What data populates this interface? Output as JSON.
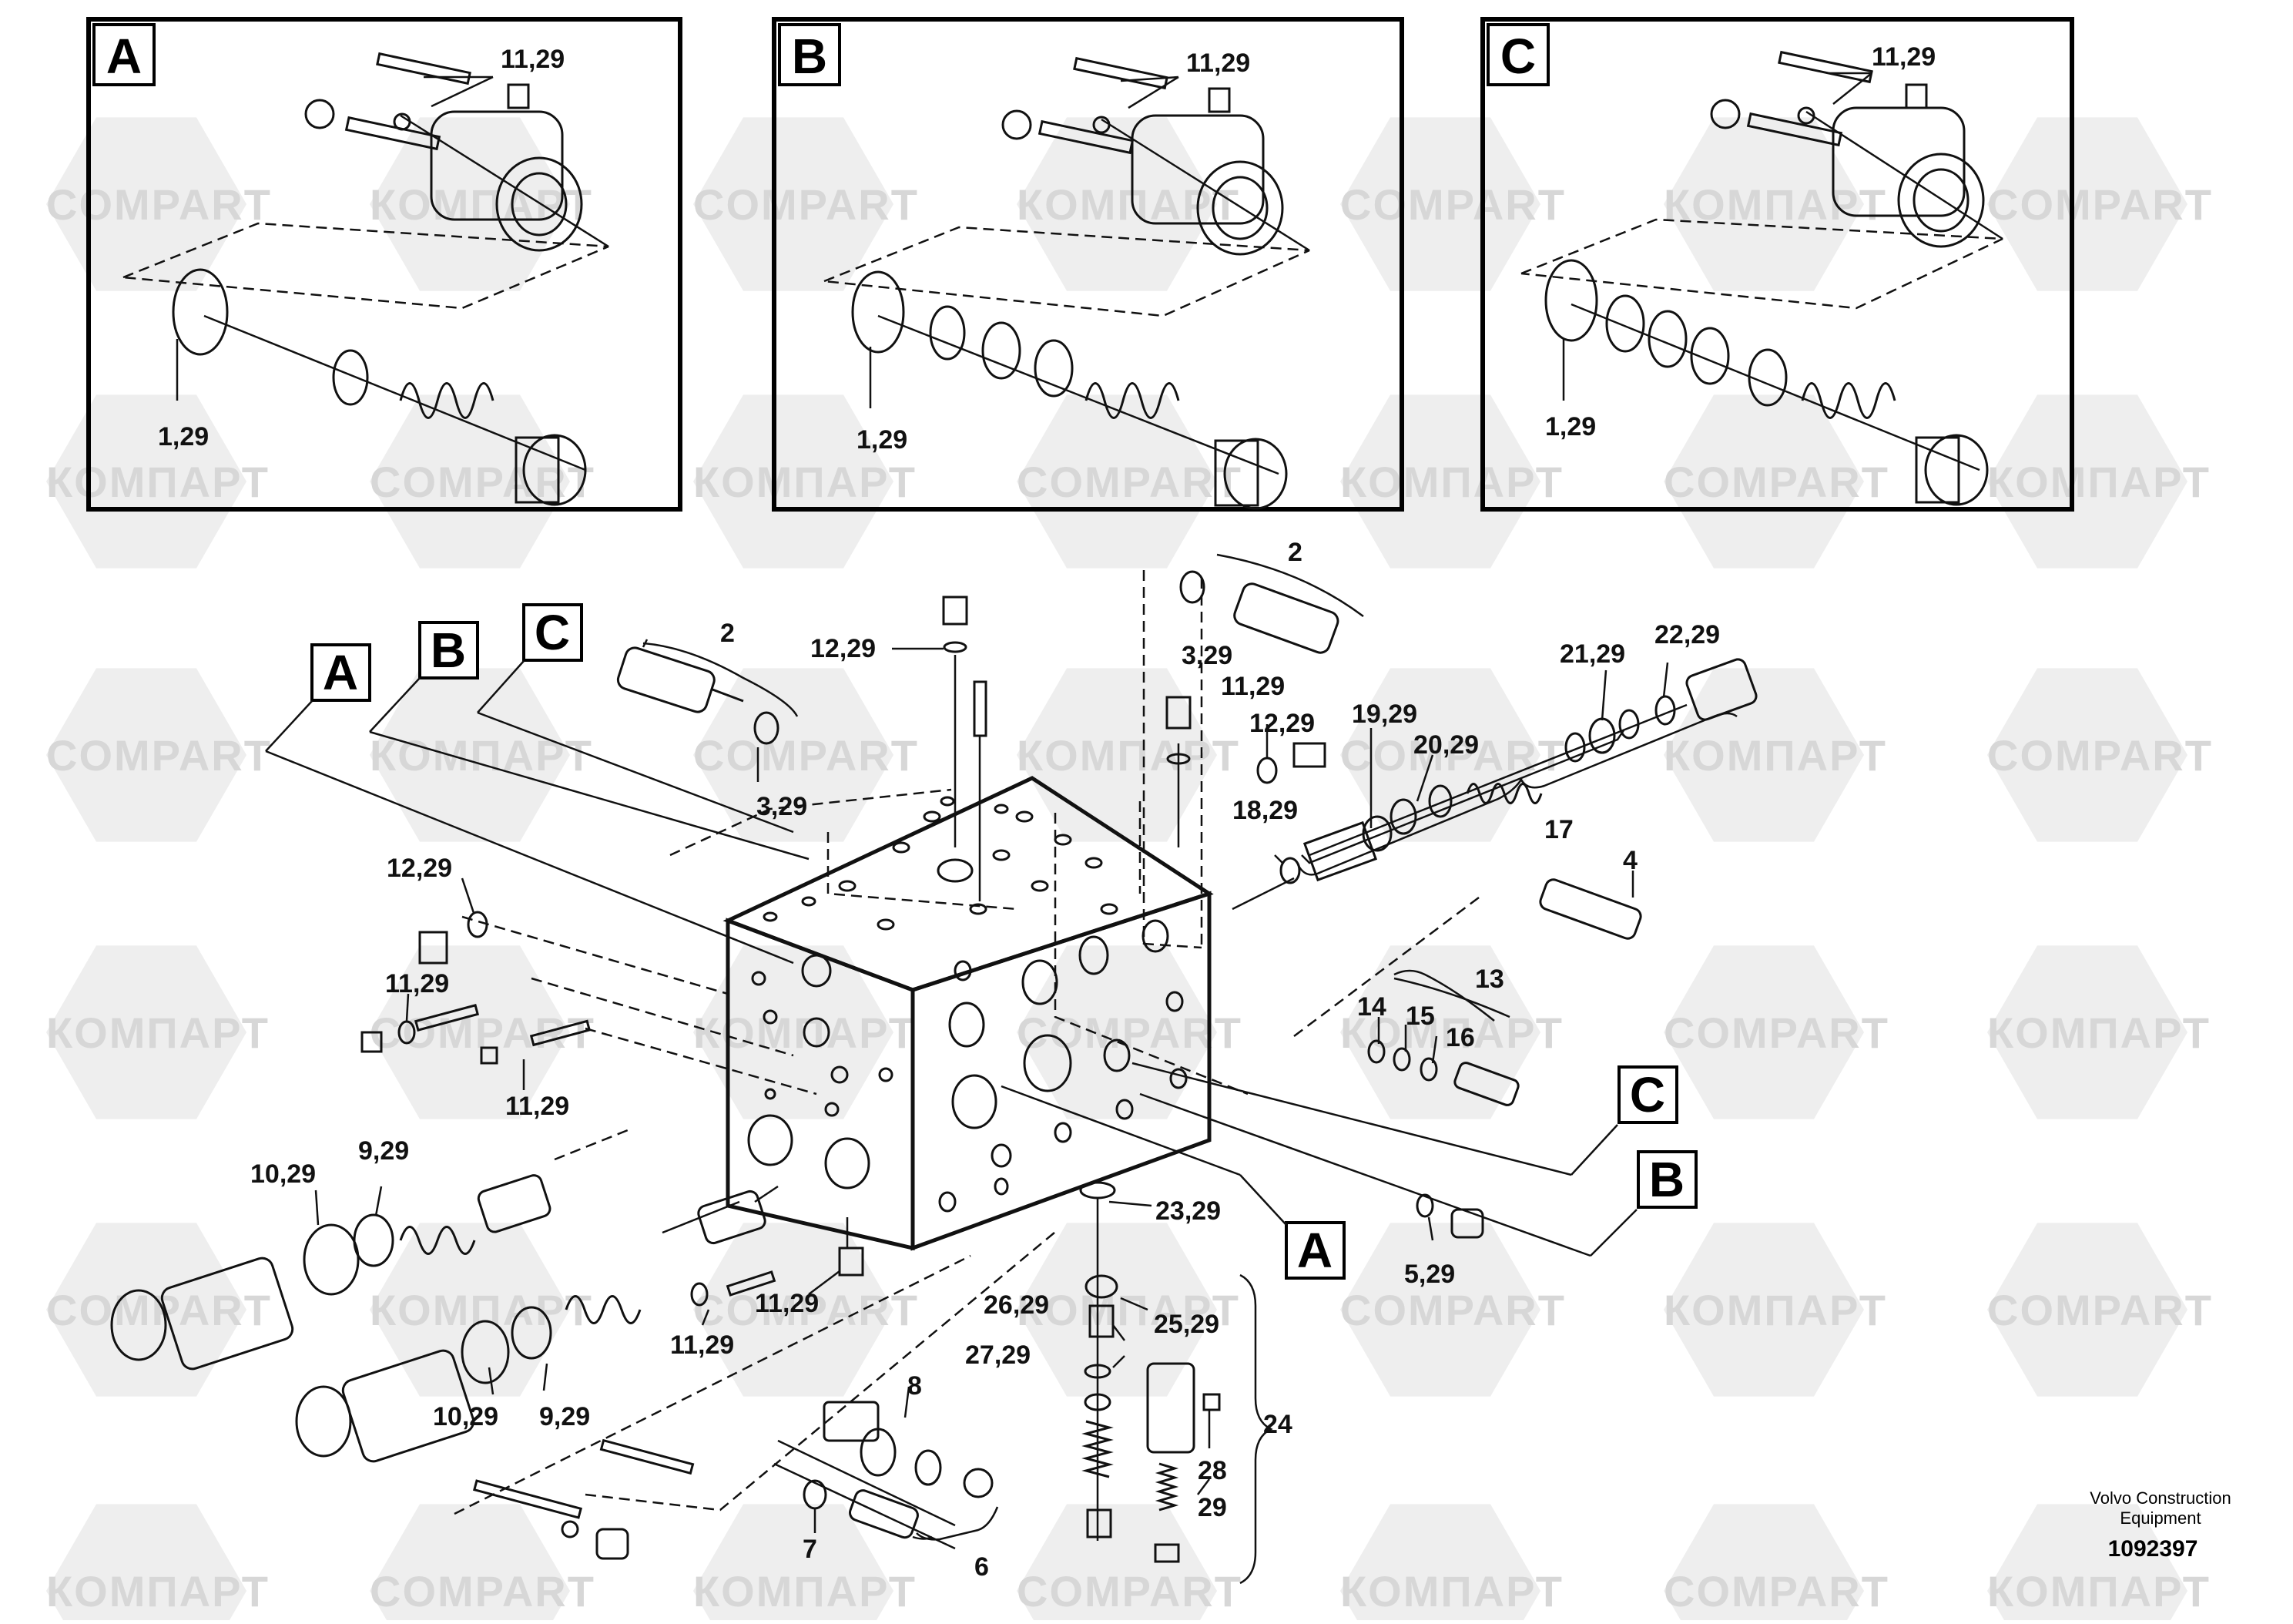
{
  "watermark": {
    "text_latin": "COMPART",
    "text_cyrillic": "КОМПАРТ"
  },
  "detail_views": [
    {
      "id": "A",
      "label": "A",
      "callouts": [
        "11,29",
        "1,29"
      ]
    },
    {
      "id": "B",
      "label": "B",
      "callouts": [
        "11,29",
        "1,29"
      ]
    },
    {
      "id": "C",
      "label": "C",
      "callouts": [
        "11,29",
        "1,29"
      ]
    }
  ],
  "main_view": {
    "frame_refs": [
      "A",
      "B",
      "C",
      "C",
      "B",
      "A"
    ],
    "callouts": [
      "2",
      "2",
      "3,29",
      "3,29",
      "12,29",
      "12,29",
      "11,29",
      "11,29",
      "11,29",
      "12,29",
      "18,29",
      "19,29",
      "20,29",
      "21,29",
      "22,29",
      "17",
      "4",
      "13",
      "14",
      "15",
      "16",
      "5,29",
      "10,29",
      "9,29",
      "10,29",
      "9,29",
      "11,29",
      "11,29",
      "23,29",
      "26,29",
      "25,29",
      "27,29",
      "24",
      "28",
      "29",
      "8",
      "7",
      "6"
    ]
  },
  "footer": {
    "brand_line1": "Volvo Construction",
    "brand_line2": "Equipment",
    "drawing_number": "1092397"
  }
}
